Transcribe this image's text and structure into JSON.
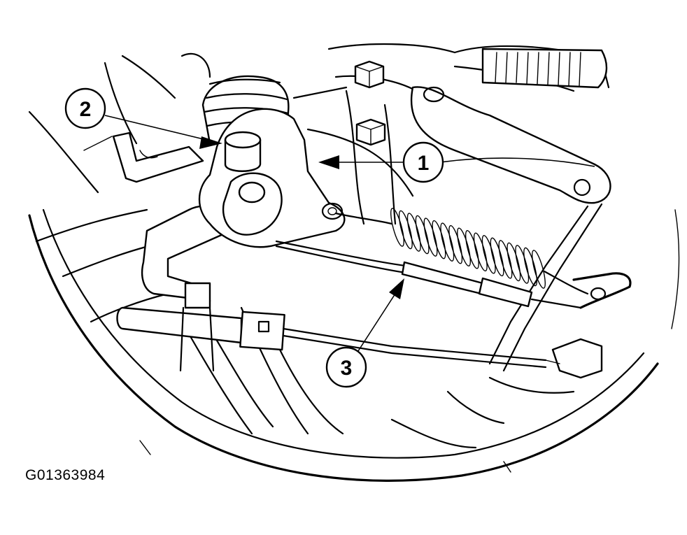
{
  "figure": {
    "id": "G01363984",
    "callouts": [
      {
        "label": "1"
      },
      {
        "label": "2"
      },
      {
        "label": "3"
      }
    ]
  }
}
